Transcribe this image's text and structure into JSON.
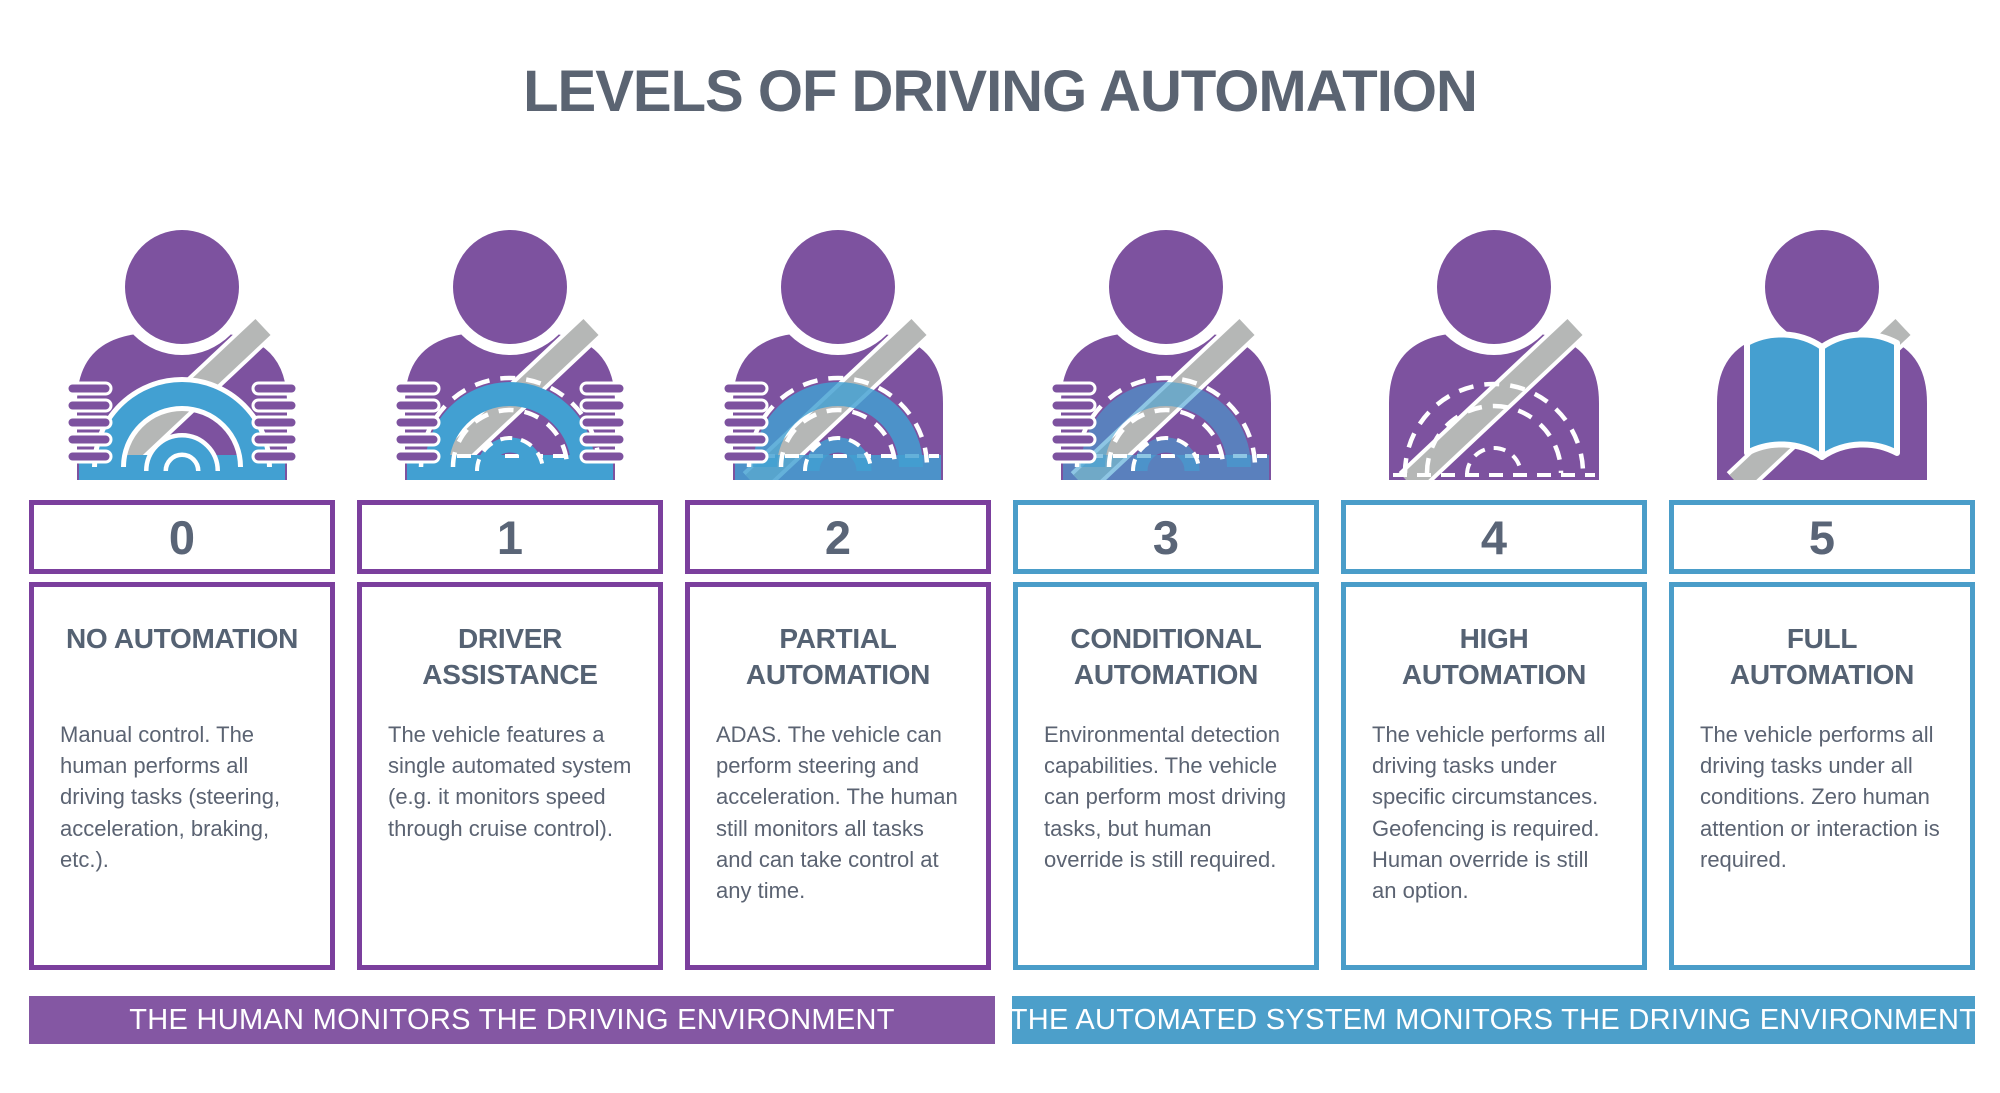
{
  "title": "LEVELS OF DRIVING AUTOMATION",
  "colors": {
    "purple_figure": "#7d529f",
    "purple_border": "#7b3f9d",
    "purple_banner": "#8457a3",
    "blue_border": "#4a9dc9",
    "blue_banner": "#4c9fca",
    "blue_wheel": "#42a0d2",
    "seatbelt_gray": "#b5b7b6",
    "text_slate": "#5b6372"
  },
  "levels": [
    {
      "number": "0",
      "name": "NO AUTOMATION",
      "description": "Manual control. The human performs all driving tasks (steering, acceleration, braking, etc.).",
      "theme": "purple",
      "icon": "driver-hands-on-solid-wheel-icon"
    },
    {
      "number": "1",
      "name": "DRIVER ASSISTANCE",
      "description": "The vehicle features a single automated system (e.g. it monitors speed through cruise control).",
      "theme": "purple",
      "icon": "driver-hands-on-dashed-wheel-icon"
    },
    {
      "number": "2",
      "name": "PARTIAL AUTOMATION",
      "description": "ADAS. The vehicle can perform steering and acceleration. The human still monitors all tasks and can take control at any time.",
      "theme": "purple",
      "icon": "driver-one-hand-dashed-wheel-icon"
    },
    {
      "number": "3",
      "name": "CONDITIONAL AUTOMATION",
      "description": "Environmental detection capabilities. The vehicle can perform most driving tasks, but human override is still required.",
      "theme": "blue",
      "icon": "driver-one-hand-faded-wheel-icon"
    },
    {
      "number": "4",
      "name": "HIGH AUTOMATION",
      "description": "The vehicle performs all driving tasks under specific circumstances. Geofencing is required. Human override is still an option.",
      "theme": "blue",
      "icon": "driver-hands-free-outline-wheel-icon"
    },
    {
      "number": "5",
      "name": "FULL AUTOMATION",
      "description": "The vehicle performs all driving tasks under all conditions. Zero human attention or interaction is required.",
      "theme": "blue",
      "icon": "passenger-reading-book-icon"
    }
  ],
  "banners": {
    "human": {
      "label": "THE HUMAN MONITORS THE DRIVING ENVIRONMENT"
    },
    "automated": {
      "label": "THE AUTOMATED SYSTEM MONITORS THE DRIVING ENVIRONMENT"
    }
  }
}
